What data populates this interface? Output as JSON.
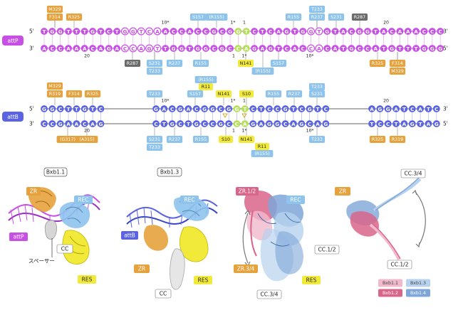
{
  "colors": {
    "attp_base": "#c84fe6",
    "attp_dark": "#9b2bc0",
    "attb_base": "#5a63e3",
    "attb_dark": "#3a43c2",
    "central": "#b5e05a",
    "tag_orange": "#e6a23c",
    "tag_blue": "#8ec3ec",
    "tag_gray": "#6b6b6b",
    "tag_yellow": "#f2ea3b",
    "pink": "#d9658a",
    "lightpink": "#f1b9cc",
    "lightblue": "#b7d2ee",
    "steelblue": "#7ea6d8"
  },
  "attP": {
    "label": "attP",
    "top_seq": "TGGTTTGTCTGGTCAACCACCGCGGTCTCAGTGGTGTACGGTACAAACCC",
    "bottom_seq": "ACCAAACAGACCAGTTGGTGGCGCCAGAGTCACCACATGCCATGTTTGGG",
    "outlined_positions": [
      10,
      11,
      12,
      13,
      14,
      33,
      34
    ],
    "central_positions": [
      24,
      25
    ],
    "end_5": "5'",
    "end_3": "3'",
    "num_top_left": "10*",
    "num_center_top": "1*",
    "num_center_top2": "1",
    "num_top_right": "20",
    "num_bot_left": "20",
    "num_center_bot": "1",
    "num_center_bot2": "1*",
    "num_bot_right": "10*",
    "tags_top": [
      {
        "text": "M329",
        "c": "orange"
      },
      {
        "text": "F314",
        "c": "orange"
      },
      {
        "text": "R325",
        "c": "orange"
      },
      {
        "text": "S157",
        "c": "blue"
      },
      {
        "text": "(R155)",
        "c": "blue"
      },
      {
        "text": "R155",
        "c": "blue"
      },
      {
        "text": "R237",
        "c": "blue"
      },
      {
        "text": "T233",
        "c": "blue"
      },
      {
        "text": "S231",
        "c": "blue"
      },
      {
        "text": "R287",
        "c": "gray"
      }
    ],
    "tags_bottom": [
      {
        "text": "R287",
        "c": "gray"
      },
      {
        "text": "S231",
        "c": "blue"
      },
      {
        "text": "T233",
        "c": "blue"
      },
      {
        "text": "R237",
        "c": "blue"
      },
      {
        "text": "R155",
        "c": "blue"
      },
      {
        "text": "N141",
        "c": "yellow"
      },
      {
        "text": "S157",
        "c": "blue"
      },
      {
        "text": "(R155)",
        "c": "blue"
      },
      {
        "text": "R325",
        "c": "orange"
      },
      {
        "text": "F314",
        "c": "orange"
      },
      {
        "text": "M329",
        "c": "orange"
      }
    ]
  },
  "attB": {
    "label": "attB",
    "top_left": "GGCTTGTC",
    "top_mid": "GACGACGGCGGTCTCCGTCGTC",
    "top_right": "AGGATCATC",
    "bot_left": "CCGAACAG",
    "bot_mid": "CTGCTGCCGCCAGAGGCAGCAG",
    "bot_right": "TCCTAGTAG",
    "central_mid_positions": [
      10,
      11
    ],
    "end_5": "5'",
    "end_3": "3'",
    "num_top_left": "10*",
    "num_center_top": "1*",
    "num_center_top2": "1",
    "num_top_right": "20",
    "num_bot_left": "20",
    "num_center_bot": "1",
    "num_center_bot2": "1*",
    "num_bot_right": "10*",
    "tags_top": [
      {
        "text": "M329",
        "c": "orange"
      },
      {
        "text": "R319",
        "c": "orange"
      },
      {
        "text": "F314",
        "c": "orange"
      },
      {
        "text": "R325",
        "c": "orange"
      },
      {
        "text": "T233",
        "c": "blue"
      },
      {
        "text": "(R155)",
        "c": "blue"
      },
      {
        "text": "R11",
        "c": "yellow"
      },
      {
        "text": "S157",
        "c": "blue"
      },
      {
        "text": "N141",
        "c": "yellow"
      },
      {
        "text": "S10",
        "c": "yellow"
      },
      {
        "text": "R155",
        "c": "blue"
      },
      {
        "text": "R237",
        "c": "blue"
      },
      {
        "text": "T233",
        "c": "blue"
      },
      {
        "text": "S231",
        "c": "blue"
      }
    ],
    "tags_bottom": [
      {
        "text": "(G317)",
        "c": "orange"
      },
      {
        "text": "(A315)",
        "c": "orange"
      },
      {
        "text": "S231",
        "c": "blue"
      },
      {
        "text": "T233",
        "c": "blue"
      },
      {
        "text": "R237",
        "c": "blue"
      },
      {
        "text": "R155",
        "c": "blue"
      },
      {
        "text": "S10",
        "c": "yellow"
      },
      {
        "text": "N141",
        "c": "yellow"
      },
      {
        "text": "R11",
        "c": "yellow"
      },
      {
        "text": "(R155)",
        "c": "blue"
      },
      {
        "text": "T233",
        "c": "blue"
      },
      {
        "text": "R325",
        "c": "orange"
      },
      {
        "text": "R319",
        "c": "orange"
      }
    ]
  },
  "structures": {
    "bxb11_label": "Bxb1.1",
    "bxb13_label": "Bxb1.3",
    "zr": "ZR",
    "rec": "REC",
    "attp": "attP",
    "attb": "attB",
    "cc": "CC",
    "res": "RES",
    "spacer": "スペーサー",
    "zr12": "ZR.1/2",
    "zr34": "ZR.3/4",
    "cc12": "CC.1/2",
    "cc34": "CC.3/4",
    "legend": [
      {
        "text": "Bxb1.1",
        "c": "lightpink"
      },
      {
        "text": "Bxb1.3",
        "c": "lightblue"
      },
      {
        "text": "Bxb1.2",
        "c": "pink"
      },
      {
        "text": "Bxb1.4",
        "c": "steelblue"
      }
    ]
  }
}
